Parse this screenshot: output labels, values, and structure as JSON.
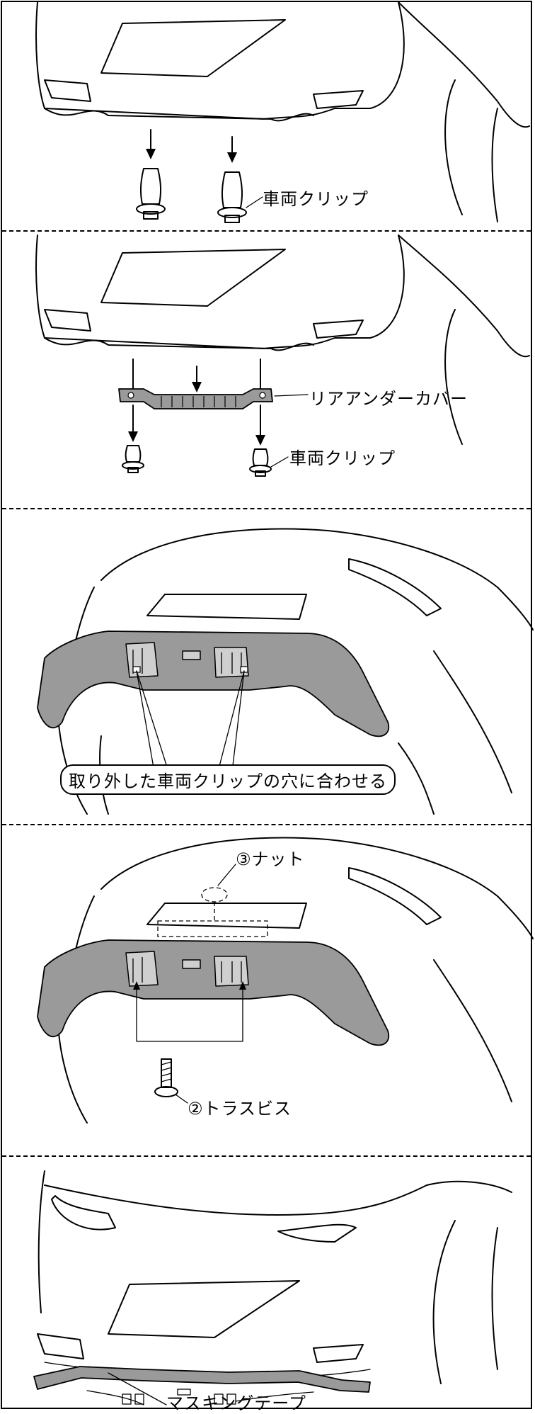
{
  "steps": [
    {
      "label": "車両クリップ"
    },
    {
      "labels": [
        "リアアンダーカバー",
        "車両クリップ"
      ]
    },
    {
      "label": "取り外した車両クリップの穴に合わせる"
    },
    {
      "labels": [
        "③ナット",
        "②トラスビス"
      ]
    },
    {
      "label": "マスキングテープ"
    }
  ],
  "icons": [
    "down-arrow-icon",
    "clip-icon",
    "screw-icon",
    "nut-icon"
  ]
}
